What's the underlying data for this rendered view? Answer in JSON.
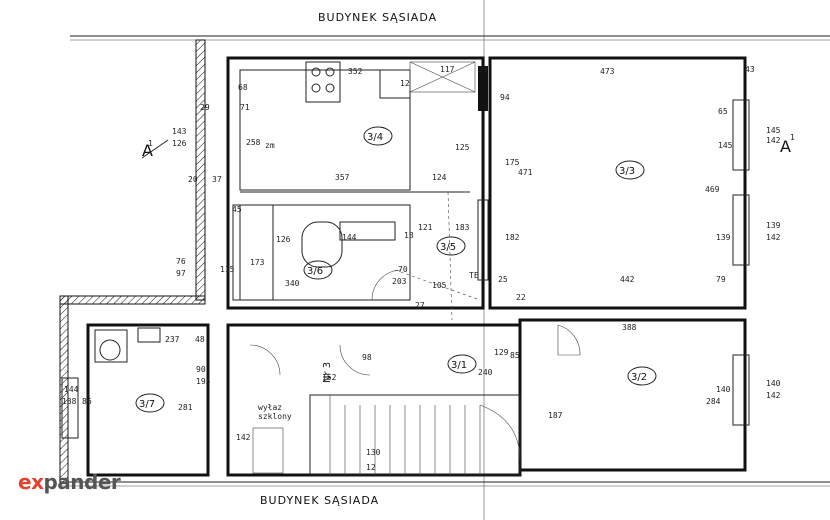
{
  "headings": {
    "top": "BUDYNEK SĄSIADA",
    "bottom": "BUDYNEK SĄSIADA"
  },
  "rooms": {
    "r34": "3/4",
    "r33": "3/3",
    "r35": "3/5",
    "r36": "3/6",
    "r31": "3/1",
    "r32": "3/2",
    "r37": "3/7"
  },
  "section": {
    "left": "A",
    "right": "A",
    "left_num": "1",
    "right_num": "1"
  },
  "notes": {
    "zm": "zm",
    "nr3": "Nr 3",
    "nr3_sub": "152",
    "wylaz1": "wyłaz",
    "wylaz2": "szklony",
    "te": "TE"
  },
  "dims": {
    "d352": "352",
    "d117": "117",
    "d473": "473",
    "d43": "43",
    "d12": "12",
    "d29": "29",
    "d68": "68",
    "d29b": "29",
    "d71": "71",
    "d143": "143",
    "d126": "126",
    "d258": "258",
    "d94": "94",
    "d125": "125",
    "d175": "175",
    "d471": "471",
    "d469": "469",
    "d145": "145",
    "d65": "65",
    "d20": "20",
    "d37": "37",
    "d357": "357",
    "d124": "124",
    "d183": "183",
    "d45": "45",
    "d121": "121",
    "d18": "18",
    "d126b": "126",
    "d144": "144",
    "d182": "182",
    "d139": "139",
    "d76": "76",
    "d97": "97",
    "d173": "173",
    "d115": "115",
    "d340": "340",
    "d70": "70",
    "d203": "203",
    "d105": "105",
    "d27": "27",
    "d25": "25",
    "d22": "22",
    "d442": "442",
    "d79": "79",
    "d388": "388",
    "d237": "237",
    "d48": "48",
    "d98": "98",
    "d90": "90",
    "d195": "195",
    "d281": "281",
    "d129": "129",
    "d85": "85",
    "d240": "240",
    "d284": "284",
    "d187": "187",
    "d140": "140",
    "d144b": "144",
    "d138": "138",
    "d86": "86",
    "d142": "142",
    "d130": "130",
    "d12b": "12",
    "d145b": "145",
    "d142b": "142",
    "d139b": "139",
    "d142c": "142",
    "d140b": "140",
    "d142d": "142"
  },
  "logo": {
    "e": "e",
    "x": "x",
    "rest": "pander"
  },
  "colors": {
    "logo_accent": "#e8412b",
    "logo_gray": "#555555",
    "ink": "#111111"
  }
}
